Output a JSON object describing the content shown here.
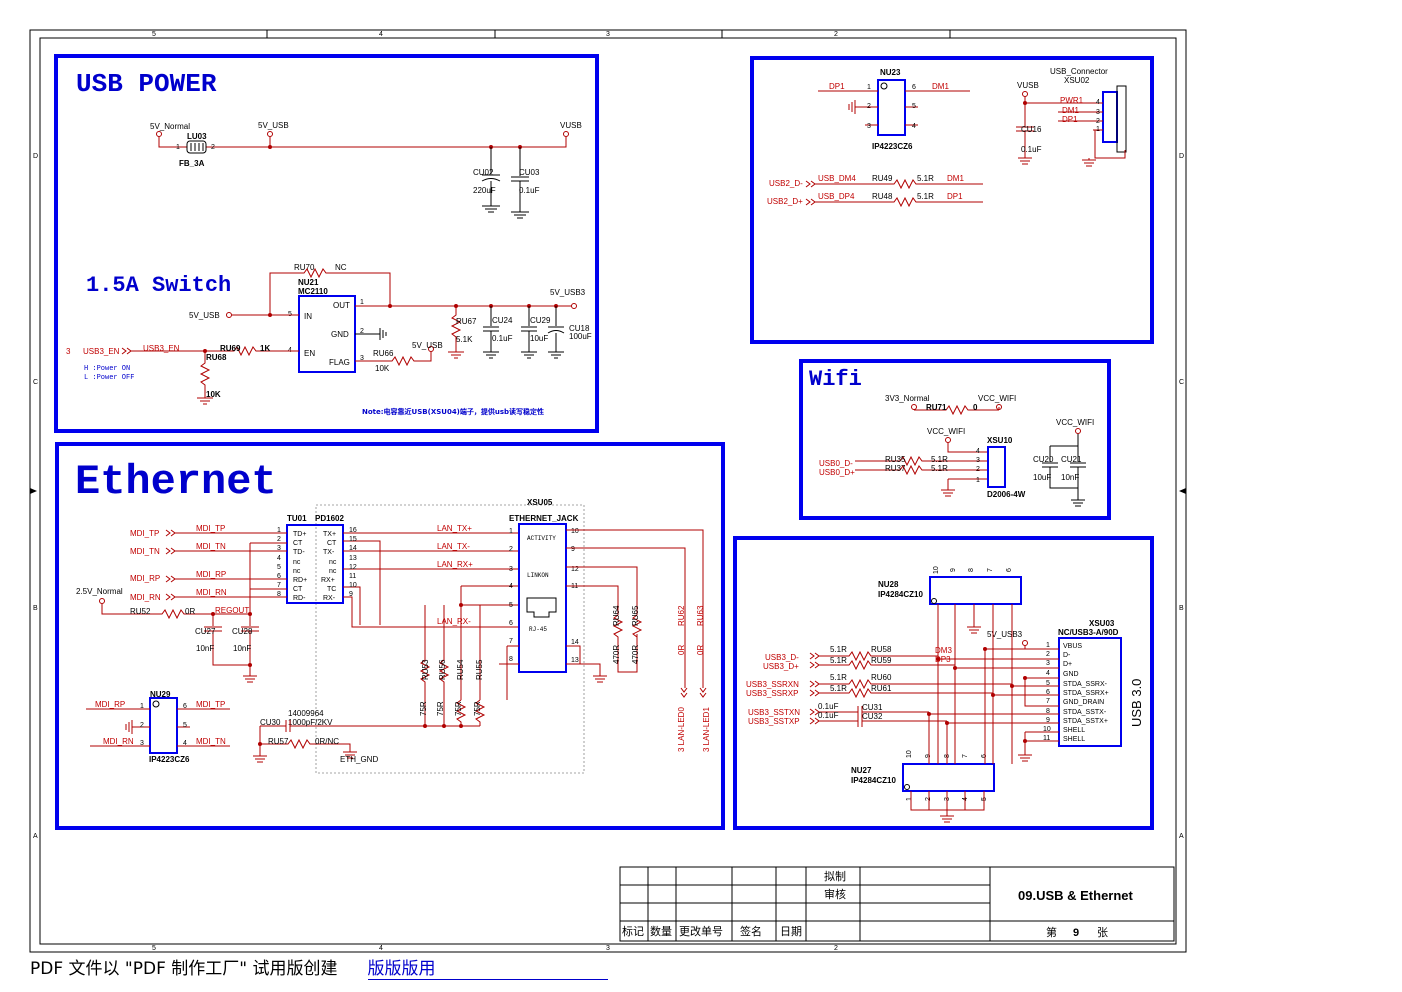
{
  "blocks": {
    "usb_power": "USB POWER",
    "switch": "1.5A Switch",
    "ethernet": "Ethernet",
    "wifi": "Wifi"
  },
  "border": {
    "cols_top": [
      "5",
      "4",
      "3",
      "2"
    ],
    "rows": [
      "D",
      "C",
      "B",
      "A"
    ]
  },
  "usb_power": {
    "net_5v_normal": "5V_Normal",
    "net_5v_usb": "5V_USB",
    "net_vusb": "VUSB",
    "lu03": "LU03",
    "lu03_value": "FB_3A",
    "pin1": "1",
    "pin2": "2",
    "cu02": "CU02",
    "cu02_value": "220uF",
    "cu03": "CU03",
    "cu03_value": "0.1uF"
  },
  "switch": {
    "ru70": "RU70",
    "ru70_value": "NC",
    "nu21": "NU21",
    "nu21_part": "MC2110",
    "pin_out": "OUT",
    "pin_in": "IN",
    "pin_gnd": "GND",
    "pin_en": "EN",
    "pin_flag": "FLAG",
    "n1": "1",
    "n2": "2",
    "n3": "3",
    "n4": "4",
    "n5": "5",
    "net_5v_usb": "5V_USB",
    "net_5v_usb3": "5V_USB3",
    "ru67": "RU67",
    "ru67_value": "5.1K",
    "cu24": "CU24",
    "cu24_value": "0.1uF",
    "cu29": "CU29",
    "cu29_value": "10uF",
    "cu18": "CU18",
    "cu18_value": "100uF",
    "sheet_ref": "3",
    "net_usb3_en": "USB3_EN",
    "net_usb3_en2": "USB3_EN",
    "ru69": "RU69",
    "ru69_value": "1K",
    "ru68": "RU68",
    "ru68_value": "10K",
    "ru66": "RU66",
    "ru66_value": "10K",
    "net_5v_usb_b": "5V_USB",
    "h_note": "H :Power ON",
    "l_note": "L :Power OFF",
    "note": "Note:电容靠近USB(XSU04)端子，提供usb读写稳定性"
  },
  "usb2": {
    "nu23": "NU23",
    "nu23_part": "IP4223CZ6",
    "dp1": "DP1",
    "dm1": "DM1",
    "p1": "1",
    "p2": "2",
    "p3": "3",
    "p4": "4",
    "p5": "5",
    "p6": "6",
    "net_vusb": "VUSB",
    "cu16": "CU16",
    "cu16_value": "0.1uF",
    "conn": "USB_Connector",
    "xsu02": "XSU02",
    "pwr1": "PWR1",
    "dm1b": "DM1",
    "dp1b": "DP1",
    "usb2_dm": "USB2_D-",
    "usb2_dp": "USB2_D+",
    "usb_dm4": "USB_DM4",
    "usb_dp4": "USB_DP4",
    "ru49": "RU49",
    "ru49_value": "5.1R",
    "ru48": "RU48",
    "ru48_value": "5.1R",
    "dm1c": "DM1",
    "dp1c": "DP1"
  },
  "wifi": {
    "net_3v3": "3V3_Normal",
    "ru71": "RU71",
    "ru71_value": "0",
    "vcc_wifi": "VCC_WIFI",
    "vcc_wifi2": "VCC_WIFI",
    "vcc_wifi3": "VCC_WIFI",
    "xsu10": "XSU10",
    "xsu10_part": "D2006-4W",
    "usb0_dm": "USB0_D-",
    "usb0_dp": "USB0_D+",
    "ru35": "RU35",
    "ru35_value": "5.1R",
    "ru37": "RU37",
    "ru37_value": "5.1R",
    "cu20": "CU20",
    "cu20_value": "10uF",
    "cu21": "CU21",
    "cu21_value": "10nF",
    "p1": "1",
    "p2": "2",
    "p3": "3",
    "p4": "4"
  },
  "ethernet": {
    "mdi_tp": "MDI_TP",
    "mdi_tn": "MDI_TN",
    "mdi_rp": "MDI_RP",
    "mdi_rn": "MDI_RN",
    "tu01": "TU01",
    "pd1602": "PD1602",
    "xsu05": "XSU05",
    "jack": "ETHERNET_JACK",
    "activity": "ACTIVITY",
    "linkon": "LINKON",
    "rj45": "RJ-45",
    "left_pins": [
      "TD+",
      "CT",
      "TD-",
      "nc",
      "nc",
      "RD+",
      "CT",
      "RD-"
    ],
    "right_pins": [
      "TX+",
      "CT",
      "TX-",
      "nc",
      "nc",
      "RX+",
      "TC",
      "RX-"
    ],
    "left_nums": [
      "1",
      "2",
      "3",
      "4",
      "5",
      "6",
      "7",
      "8"
    ],
    "right_nums": [
      "16",
      "15",
      "14",
      "13",
      "12",
      "11",
      "10",
      "9"
    ],
    "jack_left_nums": [
      "1",
      "2",
      "3",
      "4",
      "5",
      "6",
      "7",
      "8"
    ],
    "jack_right_nums": [
      "10",
      "9",
      "12",
      "11",
      "14",
      "13"
    ],
    "lan_txp": "LAN_TX+",
    "lan_txn": "LAN_TX-",
    "lan_rxp": "LAN_RX+",
    "lan_rxn": "LAN_RX-",
    "net_2v5": "2.5V_Normal",
    "ru52": "RU52",
    "ru52_value": "0R",
    "regout": "REGOUT",
    "cu27": "CU27",
    "cu27_value": "10nF",
    "cu28": "CU28",
    "cu28_value": "10nF",
    "r75": [
      "RU53",
      "RU56",
      "RU54",
      "RU55"
    ],
    "r75_value": "75R",
    "ru64": "RU64",
    "ru65": "RU65",
    "r470": "470R",
    "ru62": "RU62",
    "ru63": "RU63",
    "r0": "0R",
    "lan_led0": "3  LAN-LED0",
    "lan_led1": "3  LAN-LED1",
    "nu29": "NU29",
    "nu29_part": "IP4223CZ6",
    "p1": "1",
    "p2": "2",
    "p3": "3",
    "p4": "4",
    "p5": "5",
    "p6": "6",
    "cu30": "CU30",
    "cu30_value": "1000pF/2KV",
    "code": "14009964",
    "ru57": "RU57",
    "ru57_value": "0R/NC",
    "eth_gnd": "ETH_GND"
  },
  "usb3": {
    "nu28": "NU28",
    "nu28_part": "IP4284CZ10",
    "nu27": "NU27",
    "nu27_part": "IP4284CZ10",
    "xsu03": "XSU03",
    "xsu03_part": "NC/USB3-A/90D",
    "net_5v_usb3": "5V_USB3",
    "pins": [
      "VBUS",
      "D-",
      "D+",
      "GND",
      "STDA_SSRX-",
      "STDA_SSRX+",
      "GND_DRAIN",
      "STDA_SSTX-",
      "STDA_SSTX+",
      "SHELL",
      "SHELL"
    ],
    "pin_nums": [
      "1",
      "2",
      "3",
      "4",
      "5",
      "6",
      "7",
      "8",
      "9",
      "10",
      "11"
    ],
    "usb3_dm": "USB3_D-",
    "usb3_dp": "USB3_D+",
    "usb3_ssrxn": "USB3_SSRXN",
    "usb3_ssrxp": "USB3_SSRXP",
    "usb3_sstxn": "USB3_SSTXN",
    "usb3_sstxp": "USB3_SSTXP",
    "ru58": "RU58",
    "ru59": "RU59",
    "ru60": "RU60",
    "ru61": "RU61",
    "r51": "5.1R",
    "cu31": "CU31",
    "cu32": "CU32",
    "c01": "0.1uF",
    "dm3": "DM3",
    "dp3": "DP3",
    "label": "USB 3.0",
    "ic_top": [
      "10",
      "9",
      "8",
      "7",
      "6"
    ],
    "ic_bot": [
      "1",
      "2",
      "3",
      "4",
      "5"
    ]
  },
  "title_block": {
    "draw": "拟制",
    "check": "审核",
    "title": "09.USB & Ethernet",
    "cols": [
      "标记",
      "数量",
      "更改单号",
      "签名",
      "日期"
    ],
    "sheet_prefix": "第",
    "sheet_num": "9",
    "sheet_suffix": "张"
  },
  "footer": {
    "text": "PDF 文件以 \"PDF 制作工厂\" 试用版创建",
    "link": "版版版用"
  }
}
